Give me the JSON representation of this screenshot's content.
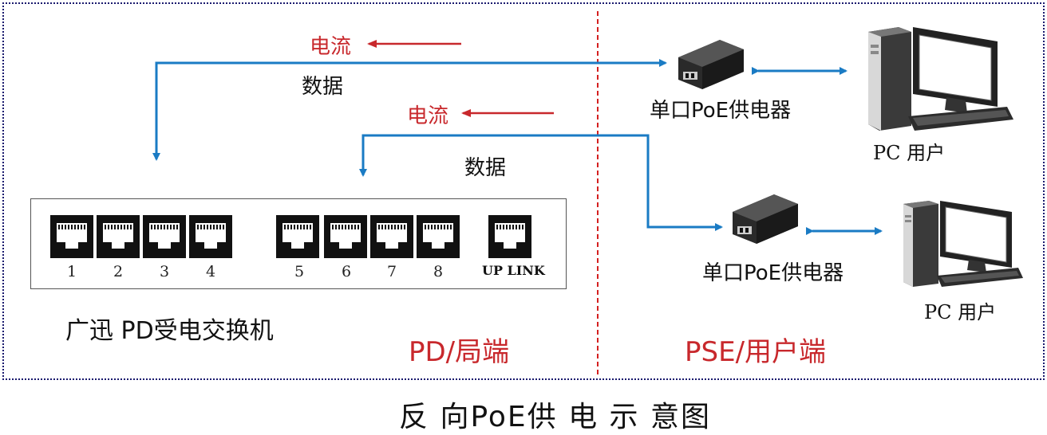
{
  "diagram": {
    "title": "反 向PoE供 电 示 意图",
    "current_label_1": "电流",
    "current_label_2": "电流",
    "data_label_1": "数据",
    "data_label_2": "数据",
    "injector_top_label": "单口PoE供电器",
    "injector_bottom_label": "单口PoE供电器",
    "pc_top_label": "PC 用户",
    "pc_bottom_label": "PC 用户",
    "switch_label": "广迅 PD受电交换机",
    "pd_side_label": "PD/局端",
    "pse_side_label": "PSE/用户端",
    "ports_left": [
      "1",
      "2",
      "3",
      "4"
    ],
    "ports_right": [
      "5",
      "6",
      "7",
      "8"
    ],
    "uplink_label": "UP LINK"
  },
  "colors": {
    "wire": "#1a7bc4",
    "current_arrow": "#c8282c",
    "divider": "#d42020",
    "frame": "#1a1a6e"
  },
  "icons": [
    "poe-injector-icon",
    "pc-icon",
    "ethernet-port-icon"
  ]
}
